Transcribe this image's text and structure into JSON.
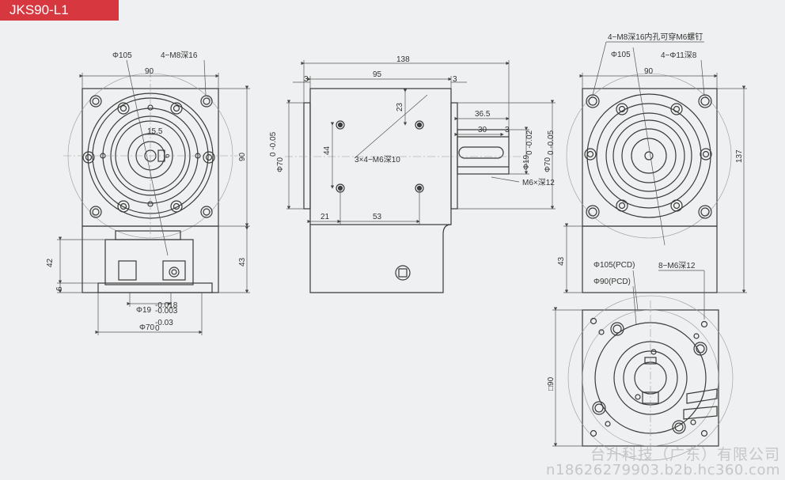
{
  "title": "JKS90-L1",
  "colors": {
    "title_bg": "#d7373f",
    "line": "#3a3a3a",
    "thin": "#8b8b8b",
    "background": "#eff0f1"
  },
  "views": {
    "front": {
      "phi105": "Φ105",
      "holes": "4−M8深16",
      "w90": "90",
      "h90": "90",
      "d15_5": "15.5",
      "d6": "6",
      "d42": "42",
      "d43": "43",
      "d6b": "6",
      "phi19": "Φ19",
      "phi19_tol_up": "-0.018",
      "phi19_tol_dn": "-0.003",
      "phi70": "Φ70",
      "phi70_tol_up": "-0.03",
      "phi70_tol_dn": "0"
    },
    "side": {
      "d138": "138",
      "d95": "95",
      "d3a": "3",
      "d3b": "3",
      "d23": "23",
      "d44": "44",
      "holes": "3×4−M6深10",
      "d21": "21",
      "d53": "53",
      "d36_5": "36.5",
      "d30": "30",
      "d3c": "3",
      "phi70_left": "Φ70",
      "phi70_left_tol": "0  -0.05",
      "phi19": "Φ19",
      "phi19_tol": "0  -0.02",
      "phi70_right": "Φ70",
      "phi70_right_tol": "0  -0.05",
      "thread": "M6×深12"
    },
    "right": {
      "note": "4−M8深16内孔可穿M6螺钉",
      "phi105": "Φ105",
      "holes": "4−Φ11深8",
      "w90": "90",
      "h137": "137",
      "d43": "43",
      "pcd105": "Φ105(PCD)",
      "pcd90": "Φ90(PCD)",
      "holes8": "8−M6深12",
      "sq90": "□90"
    }
  },
  "footer": {
    "company": "台升科技（广东）有限公司",
    "url": "n18626279903.b2b.hc360.com"
  }
}
